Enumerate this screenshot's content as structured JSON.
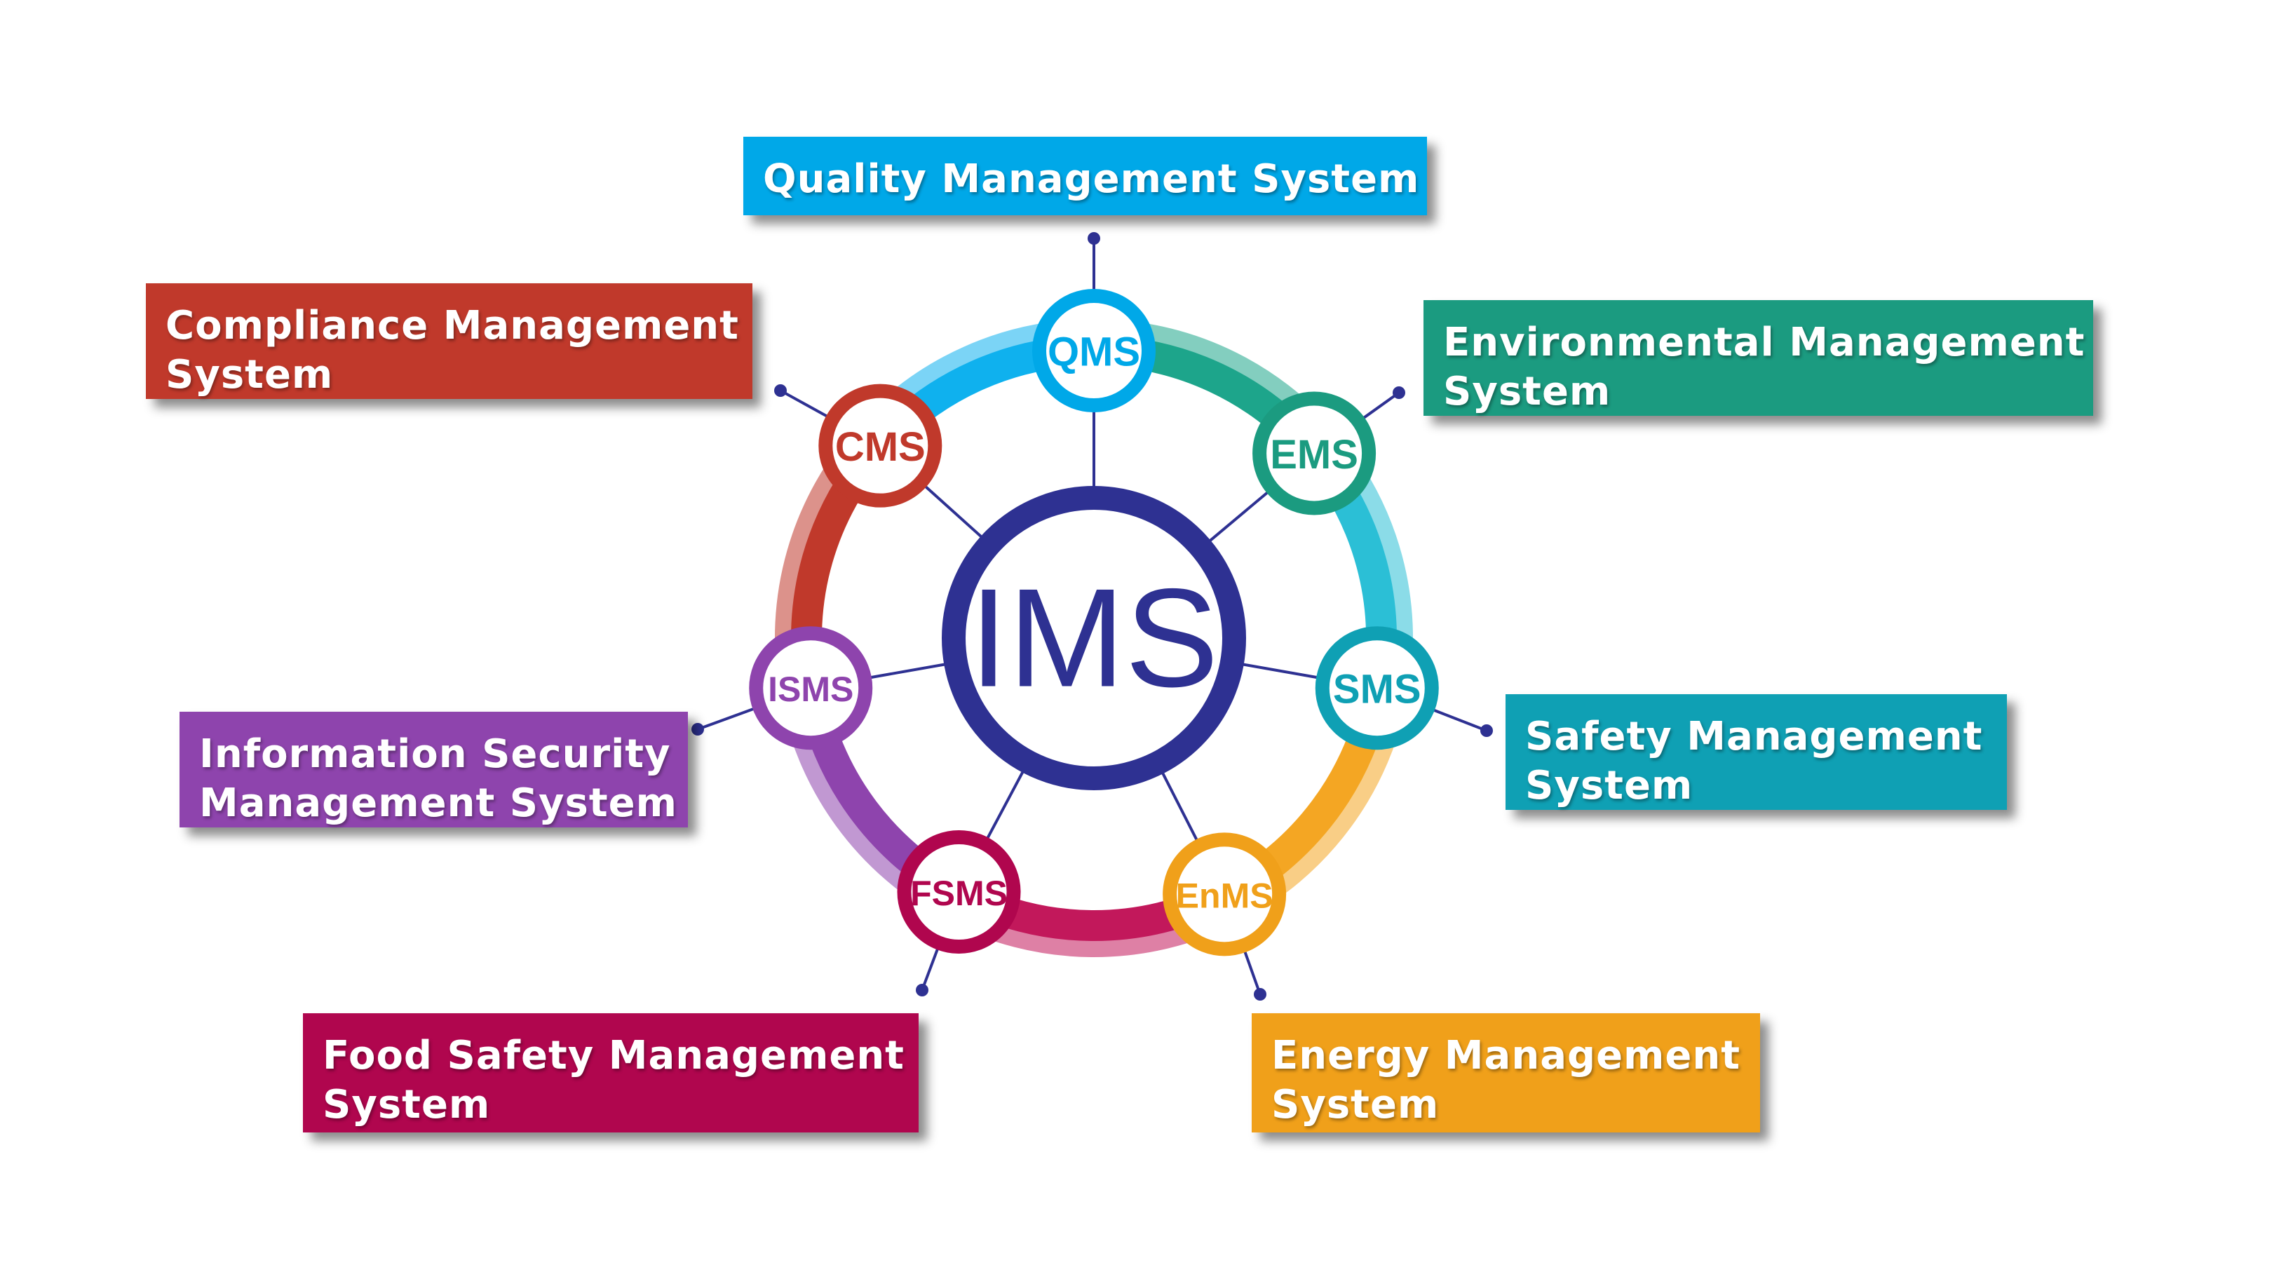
{
  "center": {
    "label": "IMS",
    "color": "#2e3192"
  },
  "systems": [
    {
      "key": "qms",
      "abbr": "QMS",
      "name_lines": [
        "Quality Management System"
      ],
      "color": "#00a8e8",
      "ring_color": "#0fb1ee"
    },
    {
      "key": "ems",
      "abbr": "EMS",
      "name_lines": [
        "Environmental Management",
        "System"
      ],
      "color": "#1b9b80",
      "ring_color": "#1da58b"
    },
    {
      "key": "sms",
      "abbr": "SMS",
      "name_lines": [
        "Safety Management",
        "System"
      ],
      "color": "#0fa0b4",
      "ring_color": "#2bbfd6"
    },
    {
      "key": "enms",
      "abbr": "EnMS",
      "name_lines": [
        "Energy Management",
        "System"
      ],
      "color": "#f0a01a",
      "ring_color": "#f4a623"
    },
    {
      "key": "fsms",
      "abbr": "FSMS",
      "name_lines": [
        "Food Safety Management",
        "System"
      ],
      "color": "#b0064e",
      "ring_color": "#c2185b"
    },
    {
      "key": "isms",
      "abbr": "ISMS",
      "name_lines": [
        "Information Security",
        "Management System"
      ],
      "color": "#8e44ad",
      "ring_color": "#8e44ad"
    },
    {
      "key": "cms",
      "abbr": "CMS",
      "name_lines": [
        "Compliance Management",
        "System"
      ],
      "color": "#c0392b",
      "ring_color": "#c0392b"
    }
  ]
}
